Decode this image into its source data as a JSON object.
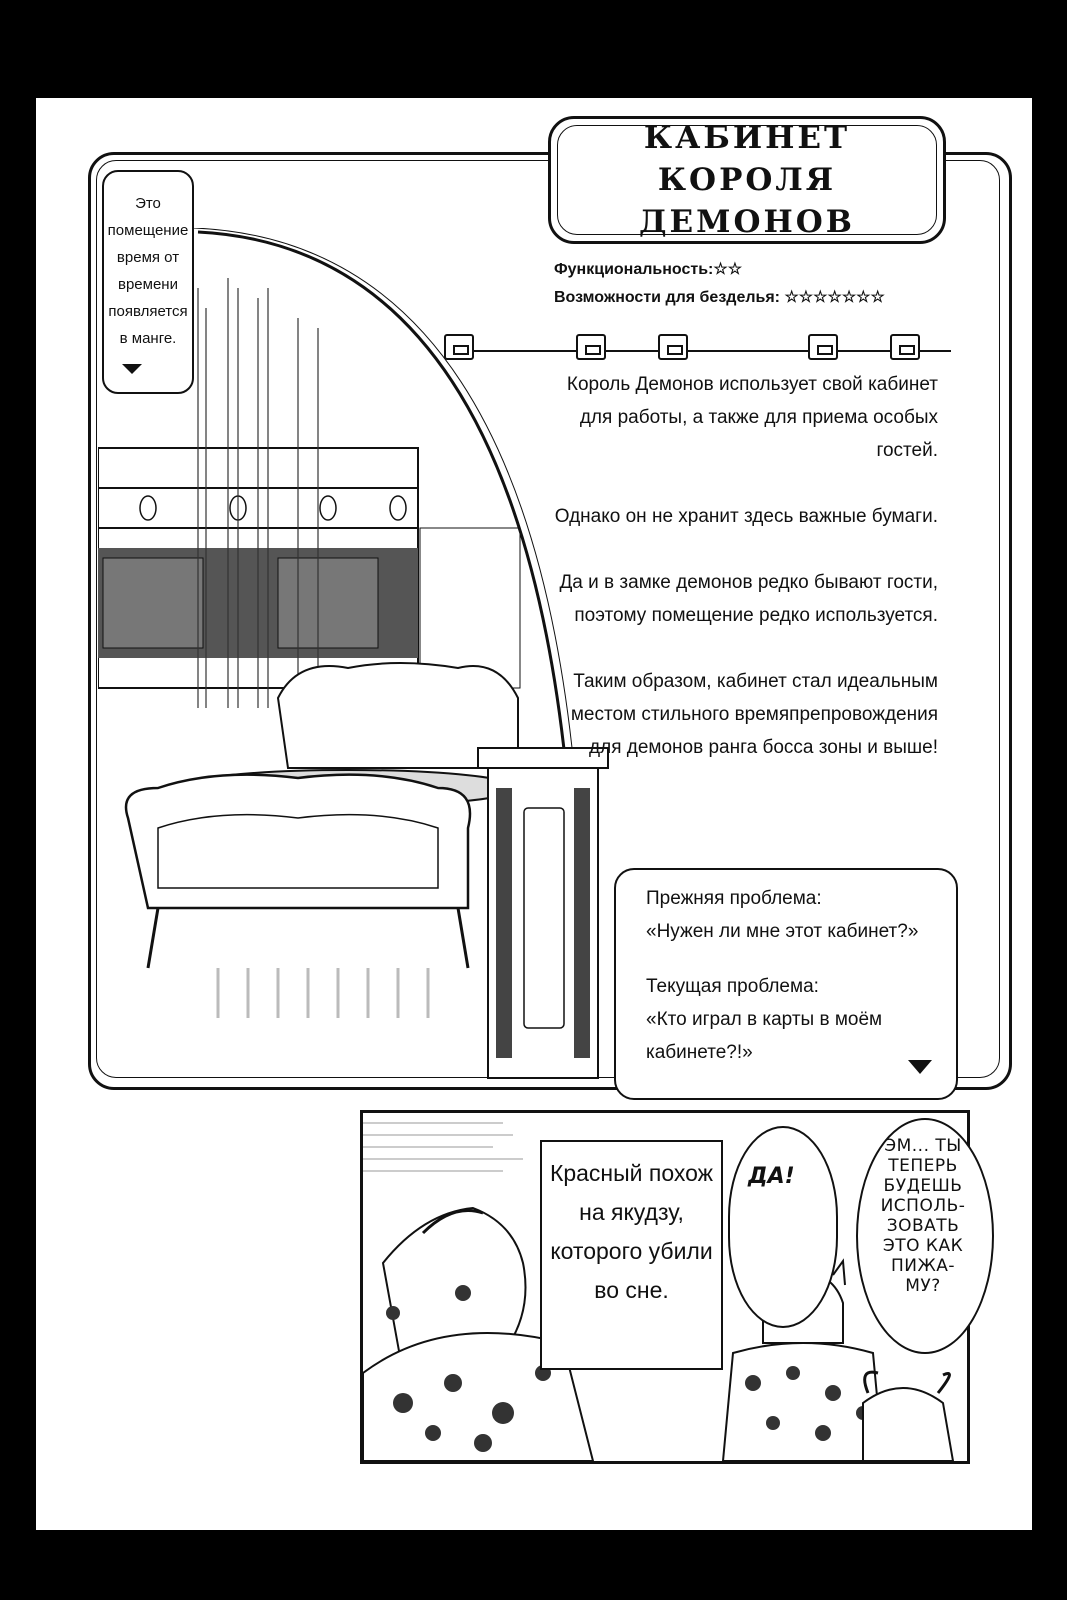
{
  "title": "Кабинет короля демонов",
  "stats": {
    "functionality_label": "Функциональность:",
    "functionality_stars": "☆☆",
    "idleness_label": "Возможности для безделья:",
    "idleness_stars": "☆☆☆☆☆☆☆"
  },
  "side_note": [
    "Это",
    "помещение",
    "время от",
    "времени",
    "появляется",
    "в манге."
  ],
  "description": [
    "Король Демонов использует свой кабинет для работы, а также для приема особых гостей.",
    "Однако он не хранит здесь важные бумаги.",
    "Да и в замке демонов редко бывают гости, поэтому помещение редко используется.",
    "Таким образом, кабинет стал идеальным местом стильного времяпрепровождения для демонов ранга босса зоны и выше!"
  ],
  "problems": {
    "past_label": "Прежняя проблема:",
    "past_quote": "«Нужен ли мне этот кабинет?»",
    "current_label": "Текущая проблема:",
    "current_quote": "«Кто играл в карты в моём кабинете?!»"
  },
  "panel2": {
    "narration": "Красный похож на якудзу, которого убили во сне.",
    "bubble_da": "ДА!",
    "bubble_em_lines": [
      "ЭМ... ТЫ",
      "ТЕПЕРЬ",
      "БУДЕШЬ",
      "ИСПОЛЬ-",
      "ЗОВАТЬ",
      "ЭТО КАК",
      "ПИЖА-",
      "МУ?"
    ]
  }
}
